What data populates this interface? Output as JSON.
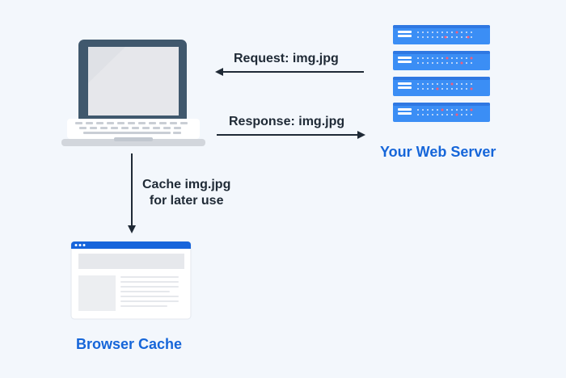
{
  "diagram": {
    "nodes": {
      "laptop": {
        "icon": "laptop-icon"
      },
      "web_server": {
        "label": "Your Web Server",
        "icon": "server-rack-icon"
      },
      "browser_cache": {
        "label": "Browser Cache",
        "icon": "browser-window-icon"
      }
    },
    "edges": {
      "request": {
        "label": "Request: img.jpg",
        "from": "Your Web Server",
        "to": "laptop"
      },
      "response": {
        "label": "Response: img.jpg",
        "from": "laptop",
        "to": "Your Web Server"
      },
      "cache": {
        "label": {
          "line1": "Cache img.jpg",
          "line2": "for later use"
        },
        "from": "laptop",
        "to": "Browser Cache"
      }
    }
  },
  "colors": {
    "background": "#f3f7fc",
    "accent": "#1666d9",
    "text_dark": "#1f2a36",
    "laptop_frame": "#40586d",
    "laptop_screen": "#e6e7eb",
    "server_blue": "#3b8ef5",
    "server_dark": "#2f78e2",
    "browser_top": "#1765db"
  }
}
